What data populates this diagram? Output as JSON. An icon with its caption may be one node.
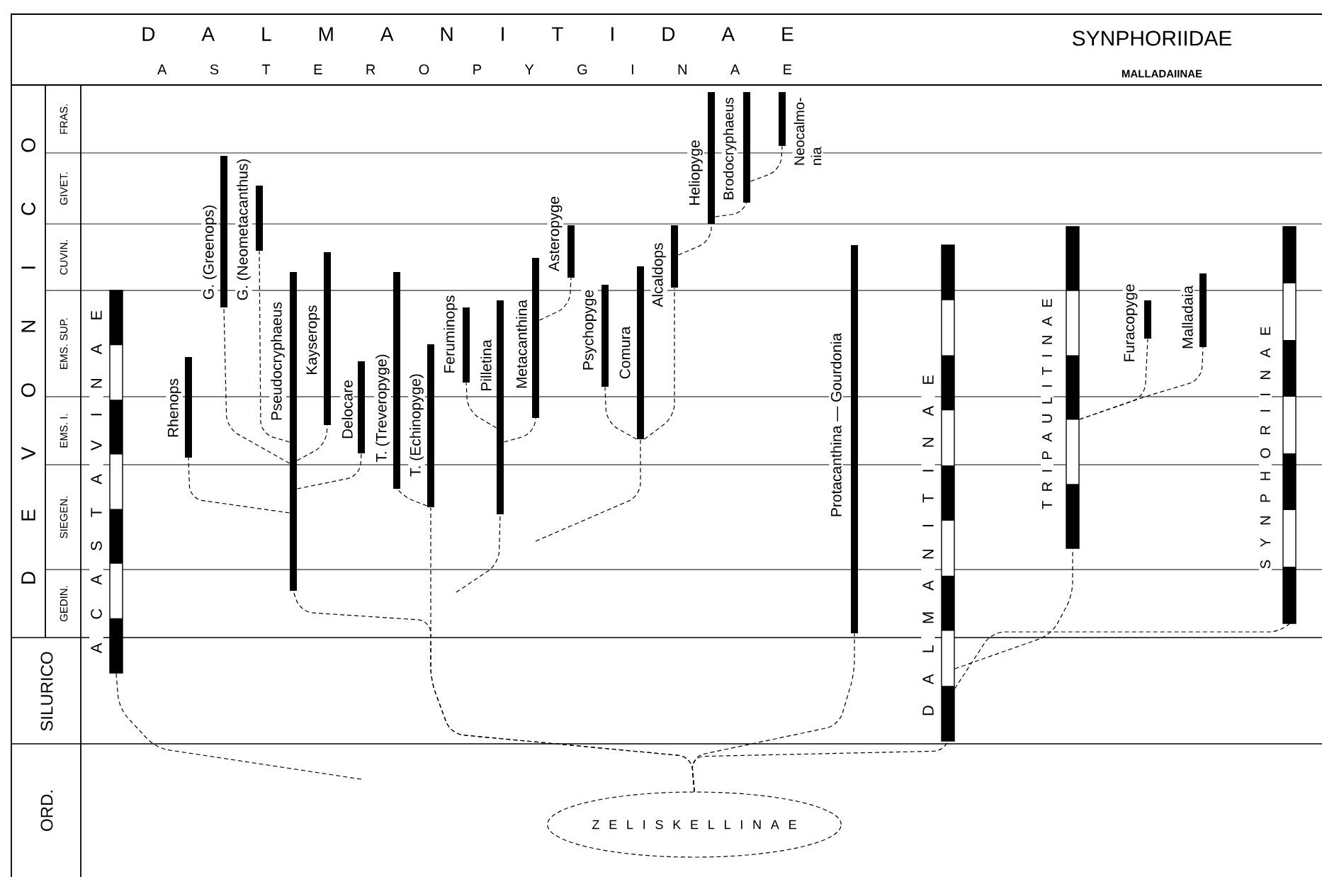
{
  "diagram": {
    "nodes": [
      {
        "text": [],
        "shape": "bar",
        "beside": [
          "A C A S T A V I N A E"
        ]
      },
      {
        "text": [],
        "shape": "bar",
        "beside": [
          "Rhenops"
        ]
      },
      {
        "text": [],
        "shape": "bar",
        "beside": [
          "G. (Greenops)"
        ]
      },
      {
        "text": [],
        "shape": "bar",
        "beside": [
          "G. (Neometacanthus)"
        ]
      },
      {
        "text": [],
        "shape": "bar",
        "beside": [
          "Pseudocryphaeus"
        ]
      },
      {
        "text": [],
        "shape": "bar",
        "beside": [
          "Kayserops"
        ]
      },
      {
        "text": [],
        "shape": "bar",
        "beside": [
          "Delocare"
        ]
      },
      {
        "text": [],
        "shape": "bar",
        "beside": [
          "T. (Treveropyge)"
        ]
      },
      {
        "text": [],
        "shape": "bar",
        "beside": [
          "T. (Echinopyge)"
        ]
      },
      {
        "text": [],
        "shape": "bar",
        "beside": [
          "Feruminops"
        ]
      },
      {
        "text": [],
        "shape": "bar",
        "beside": [
          "Pilletina"
        ]
      },
      {
        "text": [],
        "shape": "bar",
        "beside": [
          "Metacanthina"
        ]
      },
      {
        "text": [],
        "shape": "bar",
        "beside": [
          "Asteropyge"
        ]
      },
      {
        "text": [],
        "shape": "bar",
        "beside": [
          "Psychopyge"
        ]
      },
      {
        "text": [],
        "shape": "bar",
        "beside": [
          "Comura"
        ]
      },
      {
        "text": [],
        "shape": "bar",
        "beside": [
          "Alcaldops"
        ]
      },
      {
        "text": [],
        "shape": "bar",
        "beside": [
          "Heliopyge"
        ]
      },
      {
        "text": [],
        "shape": "bar",
        "beside": [
          "Brodocryphaeus"
        ]
      },
      {
        "text": [],
        "shape": "bar",
        "beside": [
          "Neocalmo- nia"
        ]
      },
      {
        "text": [],
        "shape": "bar",
        "beside": [
          "Protacanthina — Gourdonia"
        ]
      },
      {
        "text": [],
        "shape": "bar",
        "beside": [
          "D A L M A N I T I N A E"
        ]
      },
      {
        "text": [],
        "shape": "bar",
        "beside": [
          "T R I P A U L I T I N A E"
        ]
      },
      {
        "text": [],
        "shape": "bar",
        "beside": [
          "Furacopyge"
        ]
      },
      {
        "text": [],
        "shape": "bar",
        "beside": [
          "Malladaia"
        ]
      },
      {
        "text": [],
        "shape": "bar",
        "beside": [
          "S Y N P H O R I I N A E"
        ]
      },
      {
        "text": [
          "Z E L I S K E L L I N A E"
        ]
      }
    ],
    "edges": [
      {
        "from": null,
        "to": 0,
        "arrow": "none"
      },
      {
        "from": 4,
        "to": 1,
        "arrow": "none"
      },
      {
        "from": 4,
        "to": 2,
        "arrow": "none"
      },
      {
        "from": 4,
        "to": 3,
        "arrow": "none"
      },
      {
        "from": 4,
        "to": 5,
        "arrow": "none"
      },
      {
        "from": 4,
        "to": 6,
        "arrow": "none"
      },
      {
        "from": 8,
        "to": 7,
        "arrow": "none"
      },
      {
        "from": 25,
        "to": 8,
        "arrow": "none"
      },
      {
        "from": 25,
        "to": 4,
        "arrow": "none"
      },
      {
        "from": 10,
        "to": 9,
        "arrow": "none"
      },
      {
        "from": 10,
        "to": 11,
        "arrow": "none"
      },
      {
        "from": 11,
        "to": 12,
        "arrow": "none"
      },
      {
        "from": null,
        "to": 10,
        "arrow": "none"
      },
      {
        "from": 14,
        "to": 13,
        "arrow": "none"
      },
      {
        "from": 14,
        "to": 15,
        "arrow": "none"
      },
      {
        "from": null,
        "to": 14,
        "arrow": "none"
      },
      {
        "from": 15,
        "to": 16,
        "arrow": "none"
      },
      {
        "from": 16,
        "to": 17,
        "arrow": "none"
      },
      {
        "from": 17,
        "to": 18,
        "arrow": "none"
      },
      {
        "from": 25,
        "to": 19,
        "arrow": "none"
      },
      {
        "from": 25,
        "to": 20,
        "arrow": "none"
      },
      {
        "from": 20,
        "to": 24,
        "arrow": "none"
      },
      {
        "from": 20,
        "to": 21,
        "arrow": "none"
      },
      {
        "from": 21,
        "to": 22,
        "arrow": "none"
      },
      {
        "from": 21,
        "to": 23,
        "arrow": "none"
      }
    ],
    "labels": [
      "D A L M A N I T I D A E",
      "SYNPHORIIDAE",
      "A S T E R O P Y G I N A E",
      "MALLADAIINAE",
      "FRAS.",
      "GIVET.",
      "CUVIN.",
      "EMS. SUP.",
      "EMS. I.",
      "SIEGEN.",
      "GEDIN.",
      "D E V O N I C O",
      "SILURICO",
      "ORD."
    ]
  }
}
